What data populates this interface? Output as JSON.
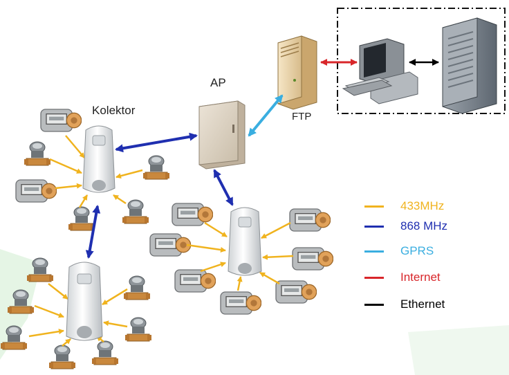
{
  "labels": {
    "kolektor": "Kolektor",
    "ap": "AP",
    "ftp": "FTP"
  },
  "legend": [
    {
      "label": "433MHz",
      "color": "#f0b31e"
    },
    {
      "label": "868 MHz",
      "color": "#1f2fb0"
    },
    {
      "label": "GPRS",
      "color": "#3aaee0"
    },
    {
      "label": "Internet",
      "color": "#d8262a"
    },
    {
      "label": "Ethernet",
      "color": "#000000"
    }
  ],
  "colors": {
    "link_433": "#f0b31e",
    "link_868": "#1f2fb0",
    "link_gprs": "#3aaee0",
    "link_internet": "#d8262a",
    "link_ethernet": "#000000",
    "background_accent": "#dff2df"
  }
}
